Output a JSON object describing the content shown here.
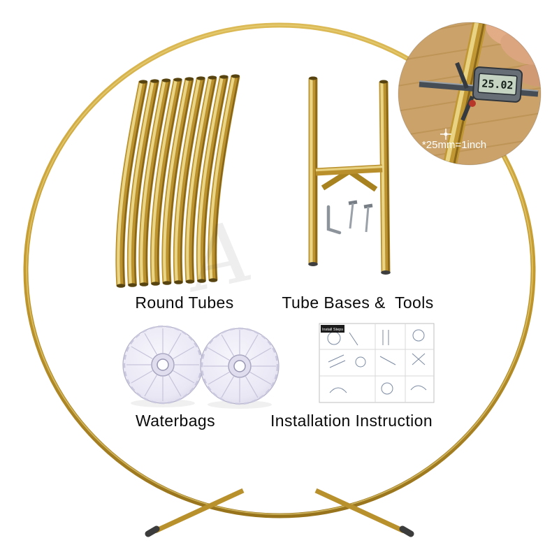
{
  "labels": {
    "round_tubes": "Round Tubes",
    "tube_bases_tools": "Tube Bases &  Tools",
    "waterbags": "Waterbags",
    "installation_instruction": "Installation Instruction"
  },
  "inset": {
    "reading": "25.02",
    "caption": "*25mm=1inch"
  },
  "sheet": {
    "badge": "Install Steps"
  },
  "watermark": {
    "text": "A"
  },
  "colors": {
    "gold": "#bb922d",
    "gold_highlight": "#eedd8f",
    "gold_shadow": "#7a5a14",
    "waterbag": "#e9e7f4",
    "lcd_screen": "#c5d3c3",
    "wood": "#cba26a"
  }
}
